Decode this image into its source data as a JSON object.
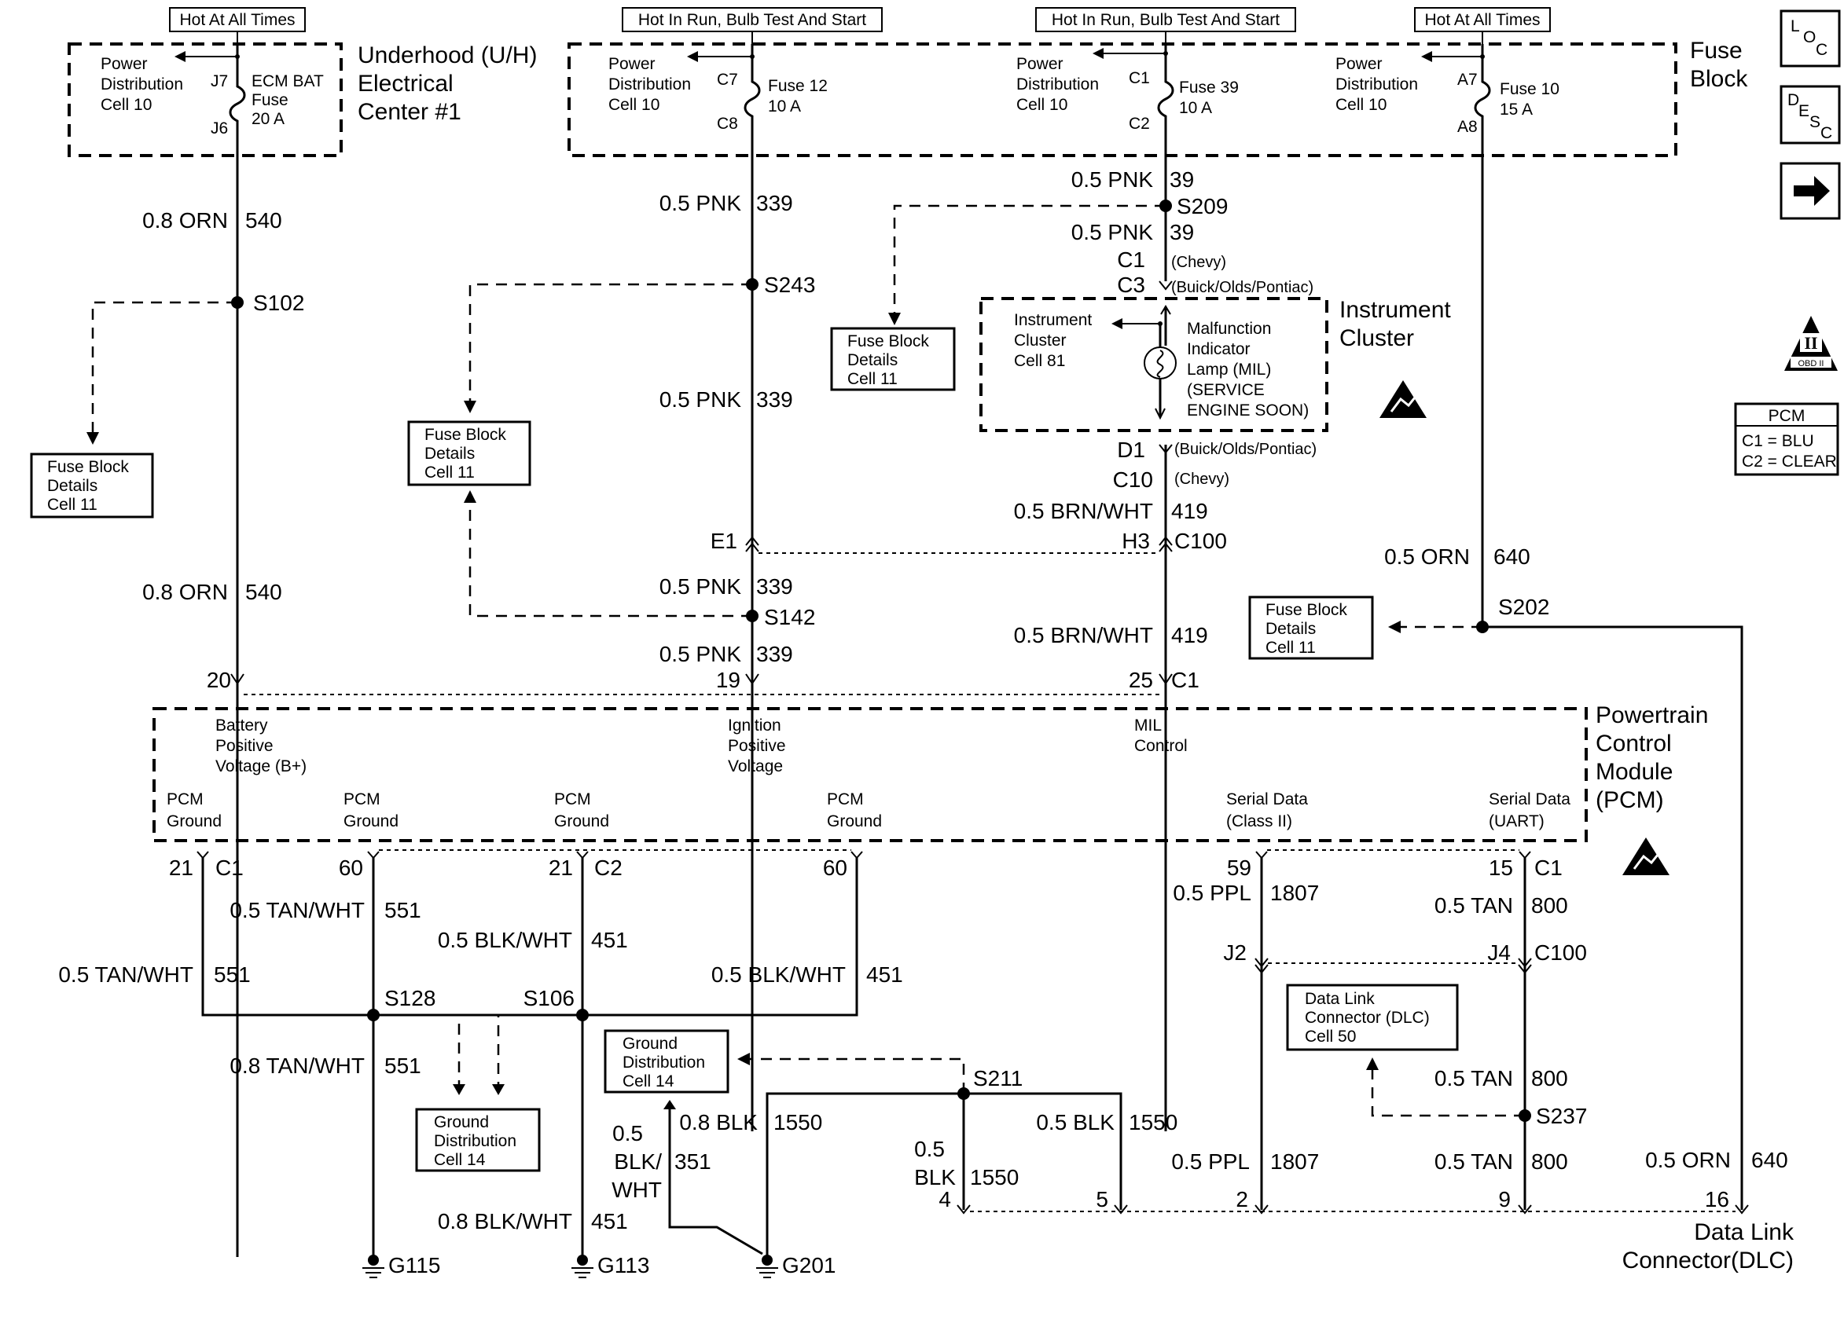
{
  "supply_labels": {
    "hot_all_times_1": "Hot At All Times",
    "hot_run_1": "Hot In Run, Bulb Test And Start",
    "hot_run_2": "Hot In Run, Bulb Test And Start",
    "hot_all_times_2": "Hot At All Times"
  },
  "components": {
    "underhood": [
      "Underhood (U/H)",
      "Electrical",
      "Center #1"
    ],
    "fuse_block": [
      "Fuse",
      "Block"
    ],
    "instrument_cluster": [
      "Instrument",
      "Cluster"
    ],
    "pcm": [
      "Powertrain",
      "Control",
      "Module",
      "(PCM)"
    ],
    "dlc": [
      "Data Link",
      "Connector(DLC)"
    ]
  },
  "power_dist": [
    "Power",
    "Distribution",
    "Cell 10"
  ],
  "fuses": {
    "ecm_bat": [
      "ECM BAT",
      "Fuse",
      "20 A"
    ],
    "fuse12": [
      "Fuse 12",
      "10 A"
    ],
    "fuse39": [
      "Fuse 39",
      "10 A"
    ],
    "fuse10": [
      "Fuse 10",
      "15 A"
    ]
  },
  "pins": {
    "j7": "J7",
    "j6": "J6",
    "c7": "C7",
    "c8": "C8",
    "c1f": "C1",
    "c2f": "C2",
    "a7": "A7",
    "a8": "A8",
    "pin20": "20",
    "pin19": "19",
    "pin25": "25",
    "c1_25": "C1",
    "e1": "E1",
    "h3": "H3",
    "c100": "C100",
    "c1_ic": "C1",
    "c3_ic": "C3",
    "d1_ic": "D1",
    "c10_ic": "C10",
    "p21a": "21",
    "c1a": "C1",
    "p60a": "60",
    "p21b": "21",
    "c2b": "C2",
    "p60b": "60",
    "p59": "59",
    "p15": "15",
    "c1c": "C1",
    "j2": "J2",
    "j4": "J4",
    "c100b": "C100",
    "d4": "4",
    "d5": "5",
    "d2": "2",
    "d9": "9",
    "d16": "16"
  },
  "ic_variants": {
    "chevy1": "(Chevy)",
    "bop1": "(Buick/Olds/Pontiac)",
    "bop2": "(Buick/Olds/Pontiac)",
    "chevy2": "(Chevy)"
  },
  "wires": {
    "w540a_g": "0.8 ORN",
    "w540a_c": "540",
    "w540b_g": "0.8 ORN",
    "w540b_c": "540",
    "w339a_g": "0.5 PNK",
    "w339a_c": "339",
    "w339b_g": "0.5 PNK",
    "w339b_c": "339",
    "w339c_g": "0.5 PNK",
    "w339c_c": "339",
    "w339d_g": "0.5 PNK",
    "w339d_c": "339",
    "w39a_g": "0.5 PNK",
    "w39a_c": "39",
    "w39b_g": "0.5 PNK",
    "w39b_c": "39",
    "w419a_g": "0.5 BRN/WHT",
    "w419a_c": "419",
    "w419b_g": "0.5 BRN/WHT",
    "w419b_c": "419",
    "w640a_g": "0.5 ORN",
    "w640a_c": "640",
    "w640b_g": "0.5 ORN",
    "w640b_c": "640",
    "w551a_g": "0.5 TAN/WHT",
    "w551a_c": "551",
    "w551b_g": "0.5 TAN/WHT",
    "w551b_c": "551",
    "w551c_g": "0.8 TAN/WHT",
    "w551c_c": "551",
    "w451a_g": "0.5 BLK/WHT",
    "w451a_c": "451",
    "w451b_g": "0.5 BLK/WHT",
    "w451b_c": "451",
    "w451c_g": "0.8 BLK/WHT",
    "w451c_c": "451",
    "w1550a_g": "0.8 BLK",
    "w1550a_c": "1550",
    "w351_g": [
      "0.5",
      "BLK/",
      "WHT"
    ],
    "w351_c": "351",
    "w1550b_g": "0.5 BLK",
    "w1550b_c": "1550",
    "w1550c_g": [
      "0.5",
      "BLK"
    ],
    "w1550c_c": "1550",
    "w1807a_g": "0.5 PPL",
    "w1807a_c": "1807",
    "w1807b_g": "0.5 PPL",
    "w1807b_c": "1807",
    "w800a_g": "0.5 TAN",
    "w800a_c": "800",
    "w800b_g": "0.5 TAN",
    "w800b_c": "800",
    "w800c_g": "0.5 TAN",
    "w800c_c": "800"
  },
  "splices": {
    "s102": "S102",
    "s243": "S243",
    "s209": "S209",
    "s142": "S142",
    "s202": "S202",
    "s128": "S128",
    "s106": "S106",
    "s211": "S211",
    "s237": "S237"
  },
  "grounds": {
    "g115": "G115",
    "g113": "G113",
    "g201": "G201"
  },
  "ref_boxes": {
    "fuse_block_details": [
      "Fuse Block",
      "Details",
      "Cell 11"
    ],
    "ground_dist": [
      "Ground",
      "Distribution",
      "Cell 14"
    ],
    "dlc_ref": [
      "Data Link",
      "Connector (DLC)",
      "Cell 50"
    ]
  },
  "ic_internal": {
    "cell": [
      "Instrument",
      "Cluster",
      "Cell 81"
    ],
    "mil": [
      "Malfunction",
      "Indicator",
      "Lamp (MIL)",
      "(SERVICE",
      "ENGINE SOON)"
    ]
  },
  "pcm_internal": {
    "battery": [
      "Battery",
      "Positive",
      "Voltage (B+)"
    ],
    "ignition": [
      "Ignition",
      "Positive",
      "Voltage"
    ],
    "mil_ctrl": [
      "MIL",
      "Control"
    ],
    "pcm_ground": [
      "PCM",
      "Ground"
    ],
    "serial_class2": [
      "Serial Data",
      "(Class II)"
    ],
    "serial_uart": [
      "Serial Data",
      "(UART)"
    ]
  },
  "side_nav": {
    "loc": [
      "L",
      "O",
      "C"
    ],
    "desc": [
      "D",
      "E",
      "S",
      "C"
    ],
    "next_icon": "right-arrow-icon",
    "obd_icon": "obd-ii-warning-icon",
    "esd_icon": "esd-sensitive-icon"
  },
  "pcm_legend": {
    "title": "PCM",
    "c1": "C1 = BLU",
    "c2": "C2 = CLEAR"
  }
}
